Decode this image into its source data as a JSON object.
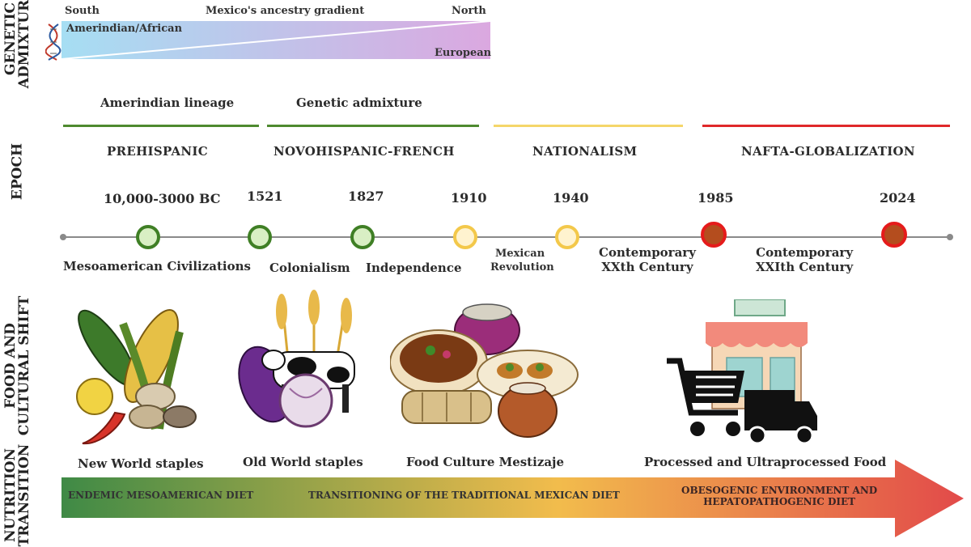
{
  "side_labels": {
    "genetic": "GENETIC ADMIXTURE",
    "epoch": "EPOCH",
    "food": "FOOD AND CULTURAL SHIFT",
    "nutrition": "NUTRITION TRANSITION"
  },
  "gradient": {
    "south": "South",
    "title": "Mexico's ancestry gradient",
    "north": "North",
    "left_group": "Amerindian/African",
    "right_group": "European",
    "colors": [
      "#a9dff2",
      "#d8a7e0"
    ]
  },
  "lineage": {
    "amerindian": "Amerindian lineage",
    "admixture": "Genetic admixture"
  },
  "epochs": [
    {
      "label": "PREHISPANIC",
      "color": "#4e8a2f"
    },
    {
      "label": "NOVOHISPANIC-FRENCH",
      "color": "#4e8a2f"
    },
    {
      "label": "NATIONALISM",
      "color": "#f5d66a"
    },
    {
      "label": "NAFTA-GLOBALIZATION",
      "color": "#e0282a"
    }
  ],
  "years": [
    "10,000-3000 BC",
    "1521",
    "1827",
    "1910",
    "1940",
    "1985",
    "2024"
  ],
  "events": {
    "mesoamerican": "Mesoamerican Civilizations",
    "colonialism": "Colonialism",
    "independence": "Independence",
    "mexican": "Mexican",
    "revolution": "Revolution",
    "contemporary_xx_1": "Contemporary",
    "contemporary_xx_2": "XXth Century",
    "contemporary_xxi_1": "Contemporary",
    "contemporary_xxi_2": "XXIth Century"
  },
  "food_labels": {
    "new_world": "New World staples",
    "old_world": "Old World staples",
    "mestizaje": "Food Culture Mestizaje",
    "processed": "Processed and Ultraprocessed Food"
  },
  "nutrition": {
    "endemic": "ENDEMIC MESOAMERICAN DIET",
    "transitioning": "TRANSITIONING OF THE TRADITIONAL MEXICAN DIET",
    "obesogenic_1": "OBESOGENIC ENVIRONMENT AND",
    "obesogenic_2": "HEPATOPATHOGENIC DIET",
    "colors": [
      "#3f8a46",
      "#f2bc4c",
      "#e24a4a"
    ]
  }
}
